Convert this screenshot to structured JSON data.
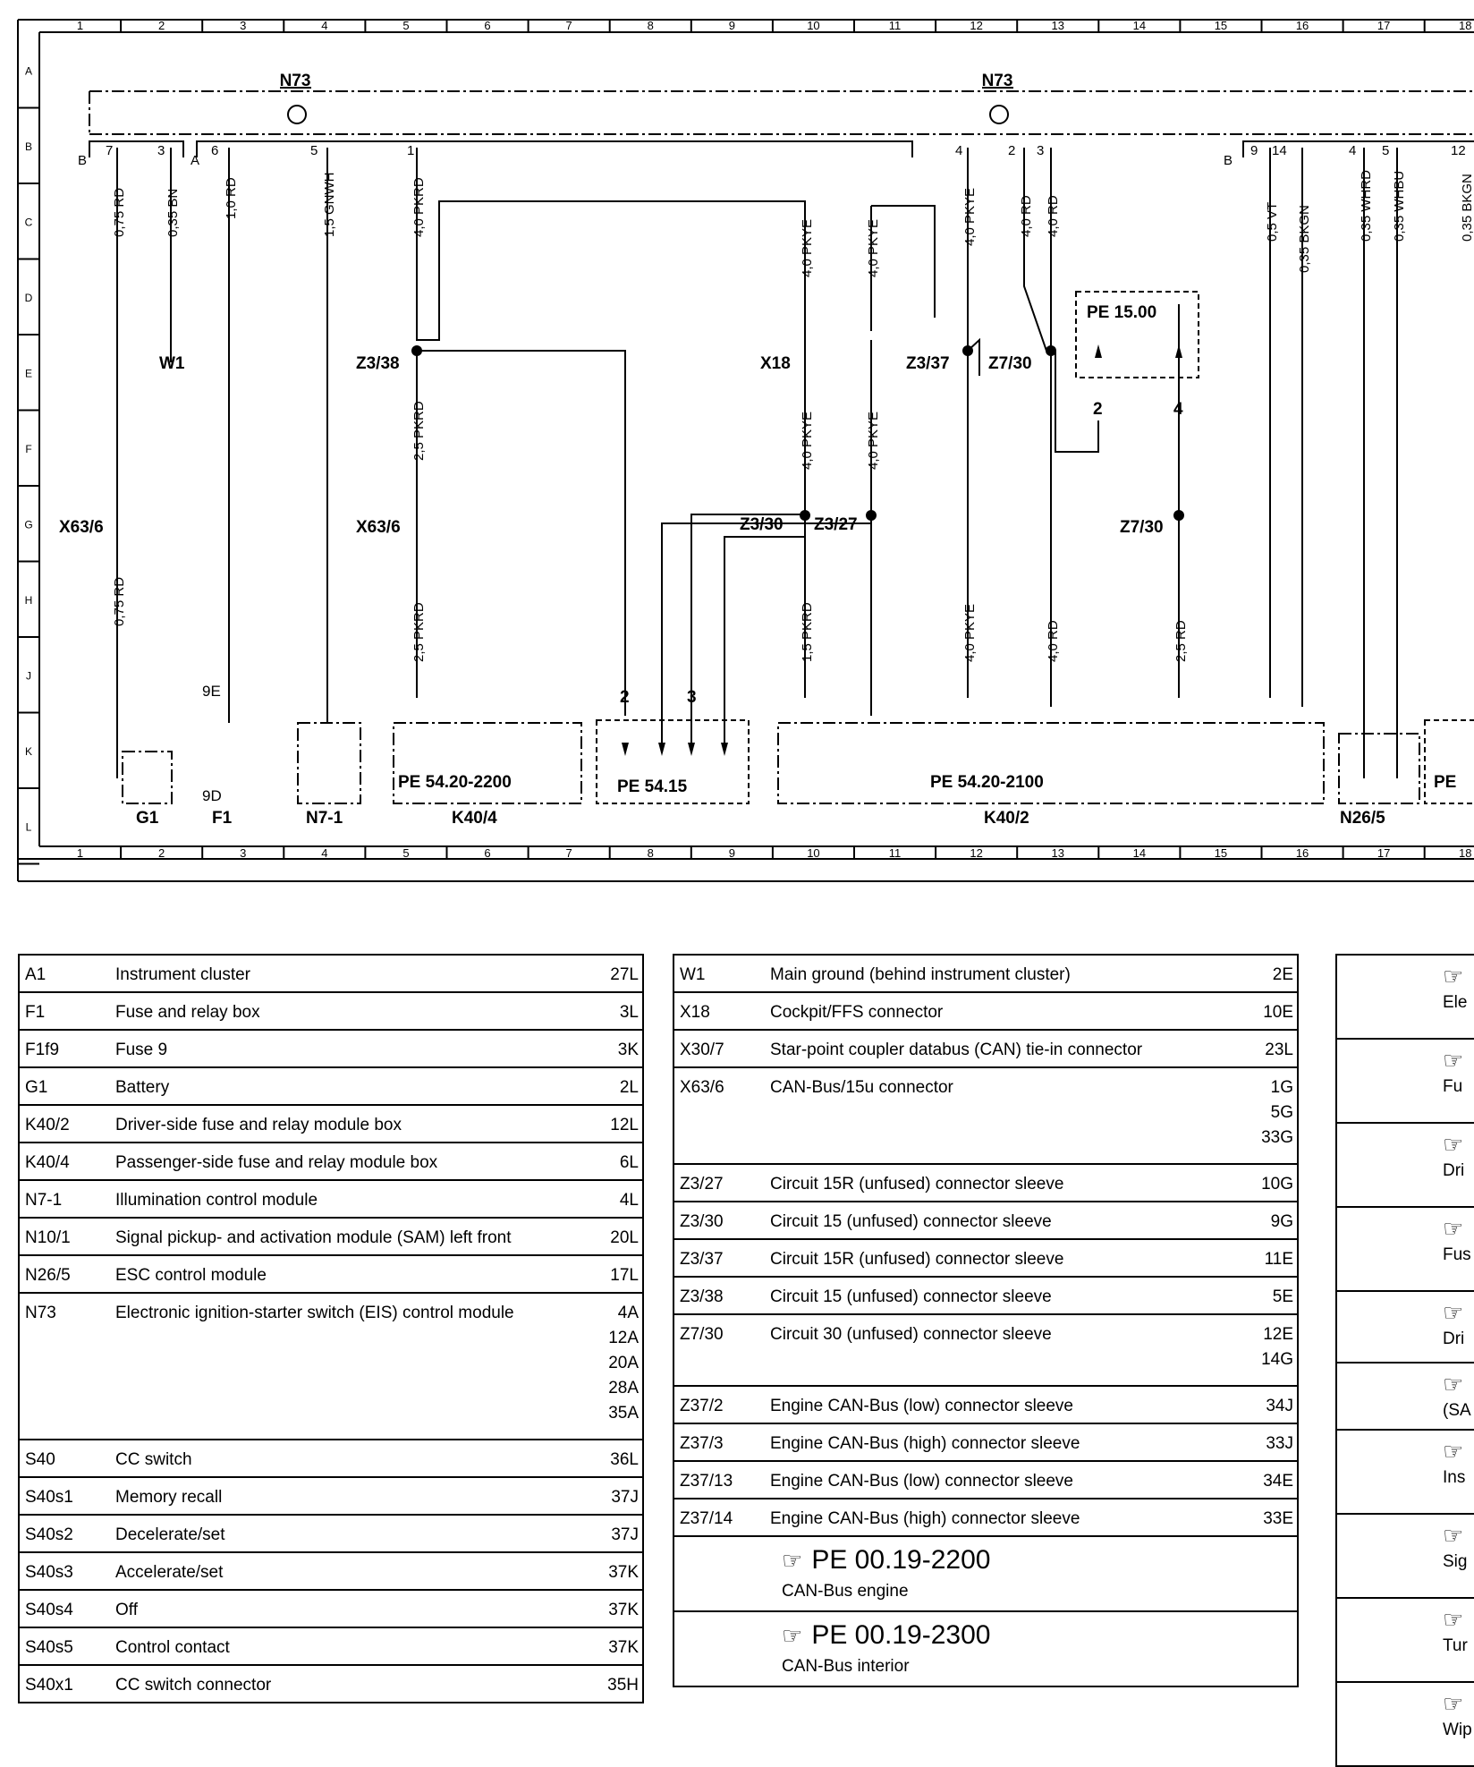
{
  "diagram": {
    "top_ruler": [
      "1",
      "2",
      "3",
      "4",
      "5",
      "6",
      "7",
      "8",
      "9",
      "10",
      "11",
      "12",
      "13",
      "14",
      "15",
      "16",
      "17",
      "18"
    ],
    "bottom_ruler": [
      "1",
      "2",
      "3",
      "4",
      "5",
      "6",
      "7",
      "8",
      "9",
      "10",
      "11",
      "12",
      "13",
      "14",
      "15",
      "16",
      "17",
      "18"
    ],
    "row_letters": [
      "A",
      "B",
      "C",
      "D",
      "E",
      "F",
      "G",
      "H",
      "J",
      "K",
      "L"
    ],
    "components": {
      "n73_left": "N73",
      "n73_right": "N73",
      "w1": "W1",
      "x63_6_left": "X63/6",
      "x63_6_mid": "X63/6",
      "z3_38": "Z3/38",
      "x18": "X18",
      "z3_37": "Z3/37",
      "z7_30_top": "Z7/30",
      "z3_30": "Z3/30",
      "z3_27": "Z3/27",
      "z7_30_bottom": "Z7/30",
      "g1": "G1",
      "f1": "F1",
      "n7_1": "N7-1",
      "k40_4": "K40/4",
      "k40_2": "K40/2",
      "n26_5": "N26/5",
      "f1_9e": "9E",
      "f1_9d": "9D"
    },
    "wires": {
      "w_075rd_top": "0,75 RD",
      "w_035bn": "0,35 BN",
      "w_10rd": "1,0 RD",
      "w_15gnwh": "1,5 GNWH",
      "w_40pkrd": "4,0 PKRD",
      "w_40pkye_x18a": "4,0 PKYE",
      "w_40pkye_x18b": "4,0 PKYE",
      "w_40pkye_z337": "4,0 PKYE",
      "w_40rd_a": "4,0 RD",
      "w_40rd_b": "4,0 RD",
      "w_05vt": "0,5 VT",
      "w_035bkgn": "0,35 BKGN",
      "w_035whrd": "0,35 WHRD",
      "w_035whbu": "0,35 WHBU",
      "w_035cut": "0,35 BKGN",
      "w_25pkrd_a": "2,5 PKRD",
      "w_40pkye_low_a": "4,0 PKYE",
      "w_40pkye_low_b": "4,0 PKYE",
      "w_075rd_low": "0,75 RD",
      "w_25pkrd_b": "2,5 PKRD",
      "w_15pkrd": "1,5 PKRD",
      "w_40pkye_k402": "4,0 PKYE",
      "w_40rd_k402": "4,0 RD",
      "w_25rd": "2,5 RD"
    },
    "refs": {
      "pe_15_00": "PE  15.00",
      "pe_54_20_2200": "PE  54.20-2200",
      "pe_54_15": "PE  54.15",
      "pe_54_20_2100": "PE  54.20-2100",
      "pe_cut": "PE"
    },
    "arrow_numbers": {
      "n2_top": "2",
      "n4_top": "4",
      "n2_bottom": "2",
      "n3_bottom": "3"
    }
  },
  "table1": [
    {
      "code": "A1",
      "desc": "Instrument cluster",
      "grid": [
        "27L"
      ]
    },
    {
      "code": "F1",
      "desc": "Fuse and relay box",
      "grid": [
        "3L"
      ]
    },
    {
      "code": "F1f9",
      "desc": "Fuse 9",
      "grid": [
        "3K"
      ]
    },
    {
      "code": "G1",
      "desc": "Battery",
      "grid": [
        "2L"
      ]
    },
    {
      "code": "K40/2",
      "desc": "Driver-side fuse and relay module box",
      "grid": [
        "12L"
      ]
    },
    {
      "code": "K40/4",
      "desc": "Passenger-side fuse and relay module box",
      "grid": [
        "6L"
      ]
    },
    {
      "code": "N7-1",
      "desc": "Illumination control module",
      "grid": [
        "4L"
      ]
    },
    {
      "code": "N10/1",
      "desc": "Signal pickup- and activation module (SAM) left front",
      "grid": [
        "20L"
      ]
    },
    {
      "code": "N26/5",
      "desc": "ESC control module",
      "grid": [
        "17L"
      ]
    },
    {
      "code": "N73",
      "desc": "Electronic ignition-starter switch (EIS) control module",
      "grid": [
        "4A",
        "12A",
        "20A",
        "28A",
        "35A"
      ]
    },
    {
      "code": "S40",
      "desc": "CC switch",
      "grid": [
        "36L"
      ]
    },
    {
      "code": "S40s1",
      "desc": "Memory recall",
      "grid": [
        "37J"
      ]
    },
    {
      "code": "S40s2",
      "desc": "Decelerate/set",
      "grid": [
        "37J"
      ]
    },
    {
      "code": "S40s3",
      "desc": "Accelerate/set",
      "grid": [
        "37K"
      ]
    },
    {
      "code": "S40s4",
      "desc": "Off",
      "grid": [
        "37K"
      ]
    },
    {
      "code": "S40s5",
      "desc": "Control contact",
      "grid": [
        "37K"
      ]
    },
    {
      "code": "S40x1",
      "desc": "CC switch connector",
      "grid": [
        "35H"
      ]
    }
  ],
  "table2": [
    {
      "code": "W1",
      "desc": "Main ground (behind instrument cluster)",
      "grid": [
        "2E"
      ]
    },
    {
      "code": "X18",
      "desc": "Cockpit/FFS connector",
      "grid": [
        "10E"
      ]
    },
    {
      "code": "X30/7",
      "desc": "Star-point coupler databus (CAN) tie-in connector",
      "grid": [
        "23L"
      ]
    },
    {
      "code": "X63/6",
      "desc": "CAN-Bus/15u connector",
      "grid": [
        "1G",
        "5G",
        "33G"
      ]
    },
    {
      "code": "Z3/27",
      "desc": "Circuit 15R (unfused) connector sleeve",
      "grid": [
        "10G"
      ]
    },
    {
      "code": "Z3/30",
      "desc": "Circuit 15 (unfused) connector sleeve",
      "grid": [
        "9G"
      ]
    },
    {
      "code": "Z3/37",
      "desc": "Circuit 15R (unfused) connector sleeve",
      "grid": [
        "11E"
      ]
    },
    {
      "code": "Z3/38",
      "desc": "Circuit 15 (unfused) connector sleeve",
      "grid": [
        "5E"
      ]
    },
    {
      "code": "Z7/30",
      "desc": "Circuit 30 (unfused) connector sleeve",
      "grid": [
        "12E",
        "14G"
      ]
    },
    {
      "code": "Z37/2",
      "desc": "Engine CAN-Bus (low) connector sleeve",
      "grid": [
        "34J"
      ]
    },
    {
      "code": "Z37/3",
      "desc": "Engine CAN-Bus (high) connector sleeve",
      "grid": [
        "33J"
      ]
    },
    {
      "code": "Z37/13",
      "desc": "Engine CAN-Bus (low) connector sleeve",
      "grid": [
        "34E"
      ]
    },
    {
      "code": "Z37/14",
      "desc": "Engine CAN-Bus (high) connector sleeve",
      "grid": [
        "33E"
      ]
    }
  ],
  "table2_refs": [
    {
      "ref": "PE 00.19-2200",
      "sub": "CAN-Bus engine"
    },
    {
      "ref": "PE 00.19-2300",
      "sub": "CAN-Bus interior"
    }
  ],
  "table3": [
    "Ele",
    "Fu",
    "Dri",
    "Fus",
    "Dri",
    "(SA",
    "Ins",
    "Sig",
    "Tur",
    "Wip"
  ]
}
